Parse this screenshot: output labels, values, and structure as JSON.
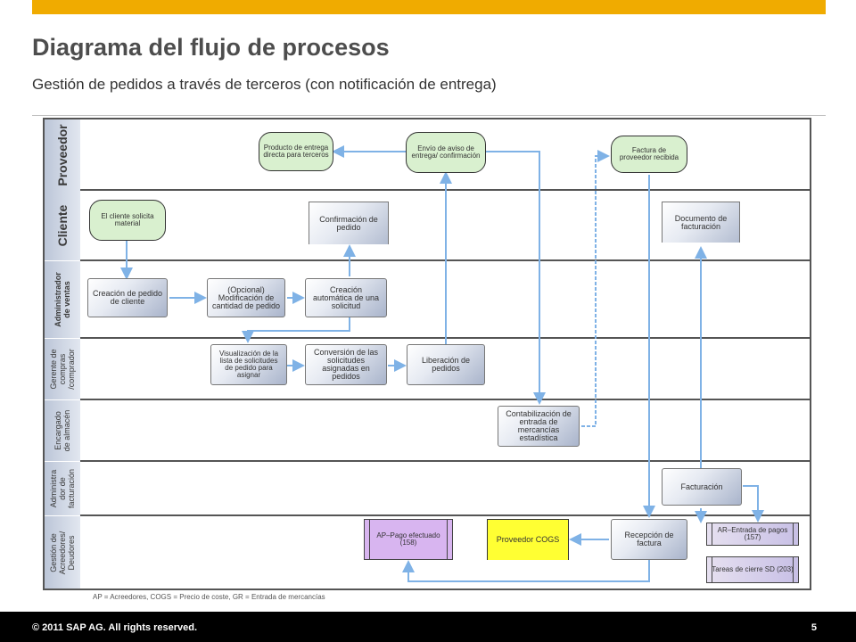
{
  "header": {
    "title": "Diagrama del flujo de procesos",
    "subtitle": "Gestión de pedidos a través de terceros (con notificación de entrega)"
  },
  "lanes": [
    {
      "label": "Proveedor"
    },
    {
      "label": "Cliente"
    },
    {
      "label": "Administrador de ventas"
    },
    {
      "label": "Gerente de compras /comprador"
    },
    {
      "label": "Encargado de almacén"
    },
    {
      "label": "Administra dor de facturación"
    },
    {
      "label": "Gestión de Acreedores/ Deudores"
    }
  ],
  "nodes": {
    "producto_entrega": "Producto de entrega directa para terceros",
    "envio_aviso": "Envío de aviso de entrega/ confirmación",
    "factura_proveedor": "Factura de proveedor recibida",
    "cliente_solicita": "El cliente solicita material",
    "confirmacion_pedido": "Confirmación de pedido",
    "documento_facturacion": "Documento de facturación",
    "creacion_pedido": "Creación de pedido de cliente",
    "modificacion_cantidad": "(Opcional) Modificación de cantidad de pedido",
    "creacion_solicitud": "Creación automática de una solicitud",
    "visualizacion_lista": "Visualización de la lista de solicitudes de pedido para asignar",
    "conversion_solicitudes": "Conversión de las solicitudes asignadas en pedidos",
    "liberacion_pedidos": "Liberación de pedidos",
    "contabilizacion_entrada": "Contabilización de entrada de mercancías estadística",
    "facturacion": "Facturación",
    "ap_pago": "AP–Pago efectuado (158)",
    "proveedor_cogs": "Proveedor COGS",
    "recepcion_factura": "Recepción de factura",
    "ar_entrada": "AR–Entrada de pagos (157)",
    "tareas_cierre": "Tareas de cierre SD (203)"
  },
  "footnote": "AP = Acreedores, COGS = Precio de coste, GR = Entrada de mercancías",
  "footer": {
    "copyright": "© 2011 SAP AG. All rights reserved.",
    "page": "5"
  },
  "colors": {
    "accent": "#f0ab00",
    "event": "#d9f0cf",
    "arrow": "#7fb2e6",
    "cogs": "#ffff33",
    "ap": "#d8b5f0"
  }
}
